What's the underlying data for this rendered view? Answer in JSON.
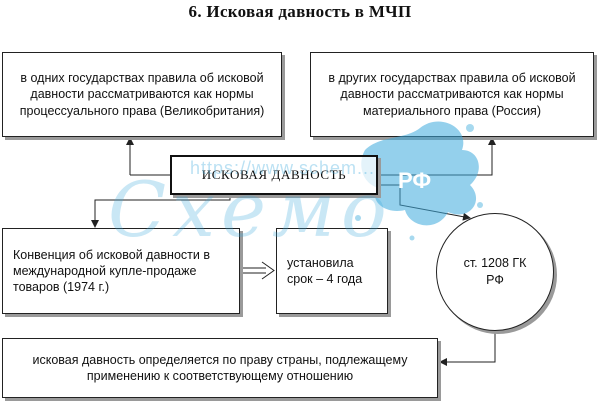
{
  "title": "6. Исковая давность в МЧП",
  "boxes": {
    "uk_rule": "в одних государствах правила об исковой давности рассматриваются как нормы процессуального права (Великобритания)",
    "russia_rule": "в других государствах правила об исковой давности рассматриваются как нормы материального права (Россия)",
    "center": "ИСКОВАЯ ДАВНОСТЬ",
    "convention": "Конвенция об исковой давности в международной купле-продаже товаров (1974 г.)",
    "term": "установила срок – 4 года",
    "article": "ст. 1208 ГК РФ",
    "bottom": "исковая давность определяется по праву страны, подлежащему применению к соответствующему отношению"
  },
  "watermark": {
    "text": "Схемо",
    "url": "https://www.schem...",
    "badge": "РФ"
  },
  "colors": {
    "watermark": "#3caadc",
    "line": "#222222",
    "shadow": "#9a9a9a"
  }
}
